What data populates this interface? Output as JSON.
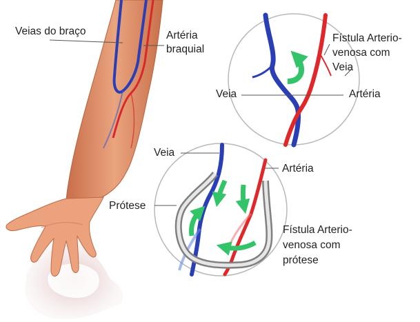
{
  "labels": {
    "arm_veins": "Veias do braço",
    "brachial_artery_1": "Artéria",
    "brachial_artery_2": "braquial",
    "top_fistula_1": "Fístula Arterio-",
    "top_fistula_2": "venosa com",
    "top_fistula_3": "Veia",
    "top_vein": "Veia",
    "top_artery": "Artéria",
    "bottom_vein": "Veia",
    "bottom_artery": "Artéria",
    "prosthesis": "Prótese",
    "bottom_fistula_1": "Fístula Arterio-",
    "bottom_fistula_2": "venosa com",
    "bottom_fistula_3": "prótese"
  },
  "colors": {
    "skin": "#e9a27c",
    "skin_dark": "#c8704a",
    "vein": "#2a3fb5",
    "artery": "#e0282a",
    "flow_arrow": "#33c46a",
    "prosthesis": "#8a8a8a",
    "circle_outline": "#b8b8b8",
    "leader_line": "#555555"
  },
  "icons": {
    "top_flow_arrow": "curved-flow-arrow",
    "bottom_flow_arrows": "curved-flow-arrow"
  }
}
